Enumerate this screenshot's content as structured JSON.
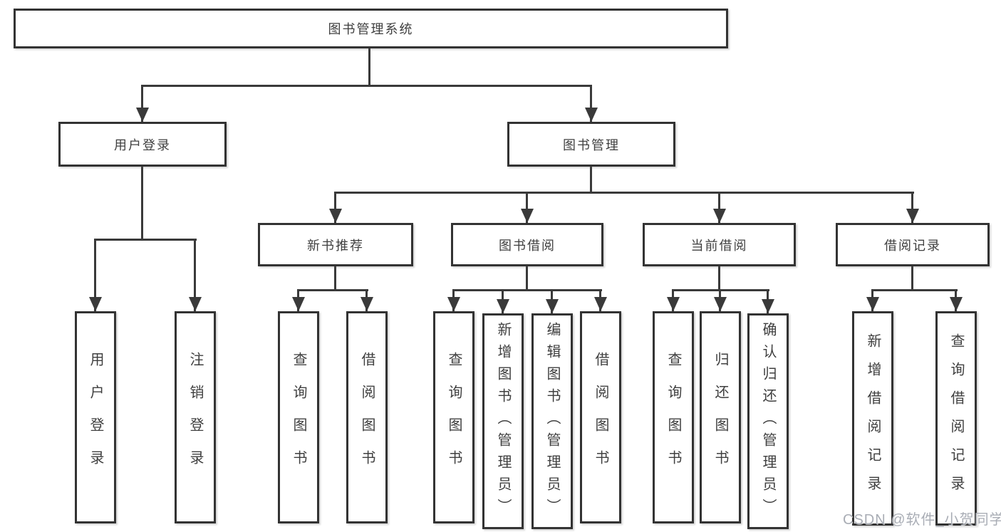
{
  "root": {
    "label": "图书管理系统"
  },
  "branches": [
    {
      "label": "用户登录"
    },
    {
      "label": "图书管理"
    }
  ],
  "modules": [
    {
      "label": "新书推荐"
    },
    {
      "label": "图书借阅"
    },
    {
      "label": "当前借阅"
    },
    {
      "label": "借阅记录"
    }
  ],
  "functions": {
    "user_login": [
      "用户登录",
      "注销登录"
    ],
    "new_books": [
      "查询图书",
      "借阅图书"
    ],
    "book_borrow": [
      "查询图书",
      "新增图书（管理员）",
      "编辑图书（管理员）",
      "借阅图书"
    ],
    "current_borrow": [
      "查询图书",
      "归还图书",
      "确认归还（管理员）"
    ],
    "borrow_records": [
      "新增借阅记录",
      "查询借阅记录"
    ]
  },
  "watermark": "CSDN @软件_小贺同学",
  "colors": {
    "line": "#3a3a3a",
    "box_border": "#333333",
    "text": "#3f3f3f",
    "watermark": "#a9adb5",
    "background": "#ffffff"
  }
}
